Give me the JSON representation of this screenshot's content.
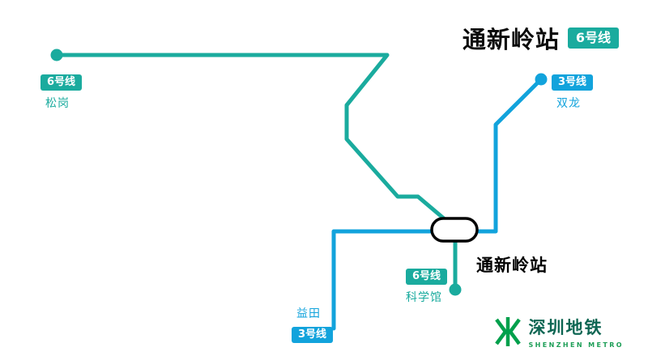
{
  "header": {
    "title": "通新岭站",
    "line_badge": "6号线"
  },
  "station": {
    "name": "通新岭站"
  },
  "lines": {
    "line6": {
      "name": "6号线",
      "color": "#1aab9e"
    },
    "line3": {
      "name": "3号线",
      "color": "#12a3dc"
    }
  },
  "stations": {
    "songgang": {
      "badge": "6号线",
      "name": "松岗"
    },
    "shuanglong": {
      "badge": "3号线",
      "name": "双龙"
    },
    "kexueguan": {
      "badge": "6号线",
      "name": "科学馆"
    },
    "yitian": {
      "badge": "3号线",
      "name": "益田"
    }
  },
  "logo": {
    "name_cn": "深圳地铁",
    "name_en": "SHENZHEN METRO",
    "icon_color": "#00a04c"
  }
}
